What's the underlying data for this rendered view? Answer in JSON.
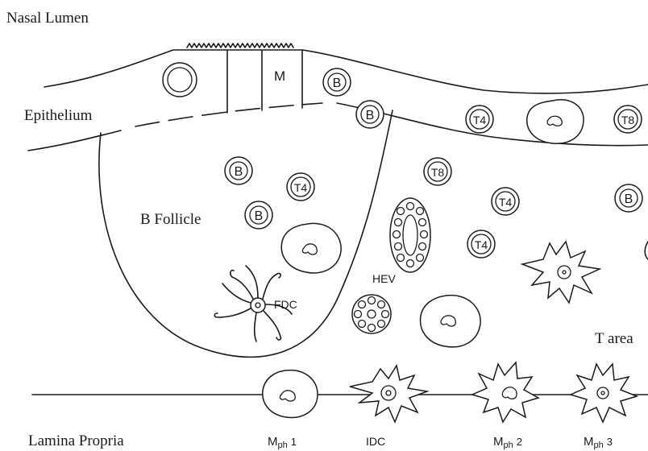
{
  "regions": {
    "nasal_lumen": "Nasal Lumen",
    "epithelium": "Epithelium",
    "b_follicle": "B Follicle",
    "t_area": "T area",
    "lamina_propria": "Lamina Propria"
  },
  "cell_labels": {
    "m_cell": "M",
    "hev": "HEV",
    "fdc": "FDC",
    "b": "B",
    "t4": "T4",
    "t8": "T8",
    "idc": "IDC"
  },
  "macrophages": [
    {
      "base": "M",
      "sub": "ph",
      "num": "1"
    },
    {
      "base": "M",
      "sub": "ph",
      "num": "2"
    },
    {
      "base": "M",
      "sub": "ph",
      "num": "3"
    }
  ],
  "lymphocytes": [
    {
      "type": "B",
      "zone": "epithelium"
    },
    {
      "type": "B",
      "zone": "epithelium"
    },
    {
      "type": "T4",
      "zone": "epithelium"
    },
    {
      "type": "T8",
      "zone": "epithelium"
    },
    {
      "type": "B",
      "zone": "b-follicle"
    },
    {
      "type": "T4",
      "zone": "b-follicle"
    },
    {
      "type": "B",
      "zone": "b-follicle"
    },
    {
      "type": "T8",
      "zone": "t-area"
    },
    {
      "type": "T4",
      "zone": "t-area"
    },
    {
      "type": "T4",
      "zone": "t-area"
    },
    {
      "type": "B",
      "zone": "t-area"
    }
  ]
}
